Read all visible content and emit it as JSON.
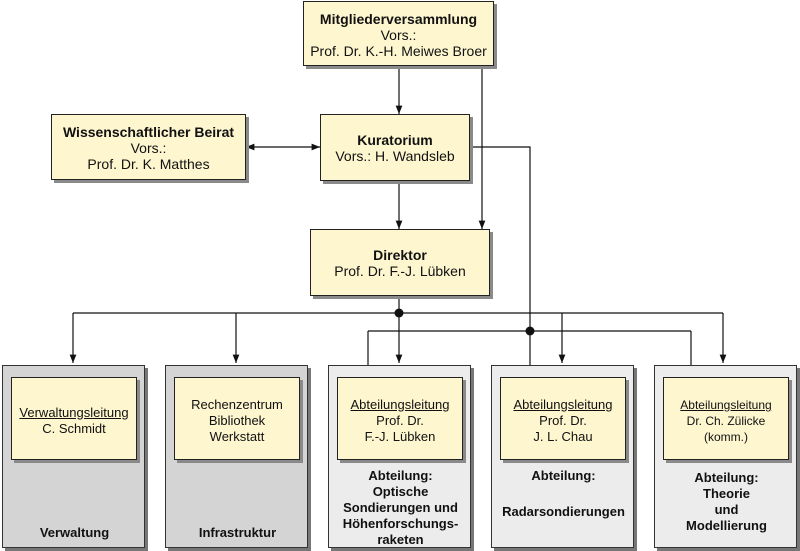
{
  "mv": {
    "title": "Mitgliederversammlung",
    "line1": "Vors.:",
    "line2": "Prof. Dr. K.-H. Meiwes Broer"
  },
  "wb": {
    "title": "Wissenschaftlicher  Beirat",
    "line1": "Vors.:",
    "line2": "Prof. Dr. K. Matthes"
  },
  "ku": {
    "title": "Kuratorium",
    "line1": "Vors.: H. Wandsleb"
  },
  "di": {
    "title": "Direktor",
    "line1": "Prof. Dr. F.-J. Lübken"
  },
  "departments": [
    {
      "lines": [
        "Verwaltungsleitung",
        "C. Schmidt"
      ],
      "label": [
        "Verwaltung"
      ]
    },
    {
      "lines": [
        "Rechenzentrum",
        "Bibliothek",
        "Werkstatt"
      ],
      "label": [
        "Infrastruktur"
      ]
    },
    {
      "lines": [
        "Abteilungsleitung",
        "Prof. Dr.",
        "F.-J. Lübken"
      ],
      "label": [
        "Abteilung:",
        "Optische",
        "Sondierungen und",
        "Höhenforschungs-",
        "raketen"
      ]
    },
    {
      "lines": [
        "Abteilungsleitung",
        "Prof. Dr.",
        "J. L. Chau"
      ],
      "label": [
        "Abteilung:",
        "",
        "Radarsondierungen"
      ]
    },
    {
      "lines": [
        "Abteilungsleitung",
        "Dr. Ch. Zülicke",
        "(komm.)"
      ],
      "label": [
        "Abteilung:",
        "Theorie",
        "und",
        "Modellierung"
      ]
    }
  ]
}
